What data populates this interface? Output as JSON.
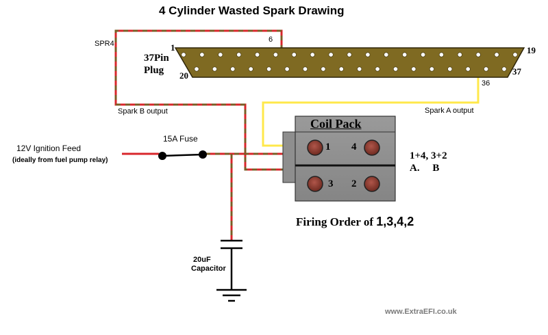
{
  "title": "4 Cylinder Wasted Spark Drawing",
  "connector": {
    "name_line1": "37Pin",
    "name_line2": "Plug",
    "pin_1": "1",
    "pin_19": "19",
    "pin_20": "20",
    "pin_37": "37",
    "pin_6": "6",
    "pin_36": "36"
  },
  "labels": {
    "spr4": "SPR4",
    "spark_b_output": "Spark B output",
    "spark_a_output": "Spark A output",
    "ignition_feed": "12V Ignition Feed",
    "ignition_feed_note": "(ideally from fuel pump relay)",
    "fuse": "15A Fuse",
    "capacitor_line1": "20uF",
    "capacitor_line2": "Capacitor"
  },
  "coil_pack": {
    "title": "Coil Pack",
    "terminal_1": "1",
    "terminal_4": "4",
    "terminal_3": "3",
    "terminal_2": "2",
    "pairs": "1+4, 3+2",
    "outputs": "A.     B"
  },
  "firing_order": {
    "prefix": "Firing Order of ",
    "sequence": "1,3,4,2"
  },
  "footer": "www.ExtraEFI.co.uk",
  "colors": {
    "wire_red": "#d8262b",
    "wire_brown": "#7a5c24",
    "wire_yellow": "#ffe84a",
    "connector_body": "#7f6a22",
    "coil_body": "#8e8e8e",
    "terminal": "#8a3a2c"
  },
  "icons": [
    "ground-icon",
    "capacitor-icon",
    "fuse-icon"
  ]
}
